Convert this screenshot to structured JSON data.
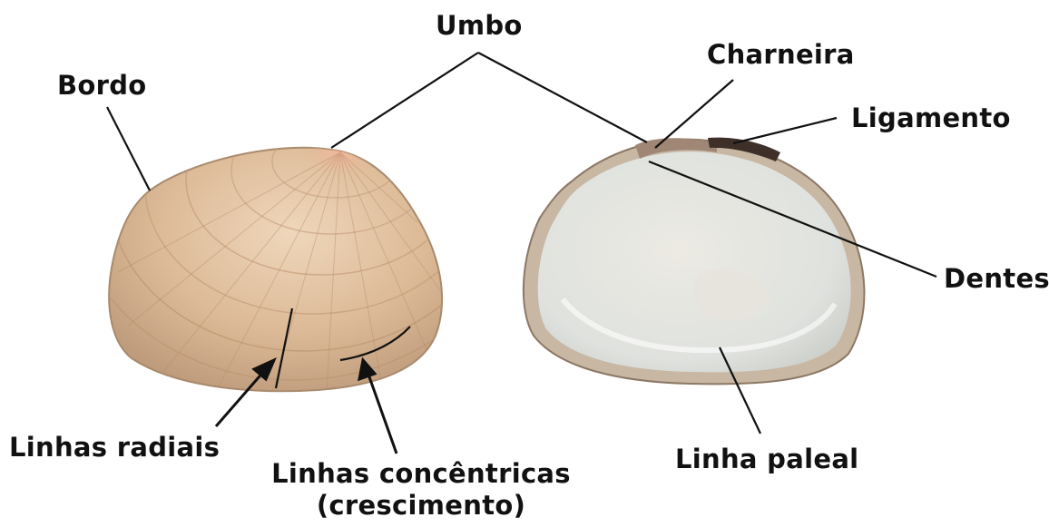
{
  "labels": {
    "umbo": "Umbo",
    "bordo": "Bordo",
    "charneira": "Charneira",
    "ligamento": "Ligamento",
    "dentes": "Dentes",
    "linhas_radiais": "Linhas radiais",
    "linhas_concentricas": "Linhas concêntricas",
    "crescimento": "(crescimento)",
    "linha_paleal": "Linha paleal"
  },
  "colors": {
    "text": "#111111",
    "leader_line": "#111111",
    "exterior_shell": "#e6c7a4",
    "exterior_umbo": "#eaa68a",
    "interior_nacre": "#e9ebe7",
    "interior_rim": "#b7a896",
    "ligament": "#3e2f28"
  }
}
